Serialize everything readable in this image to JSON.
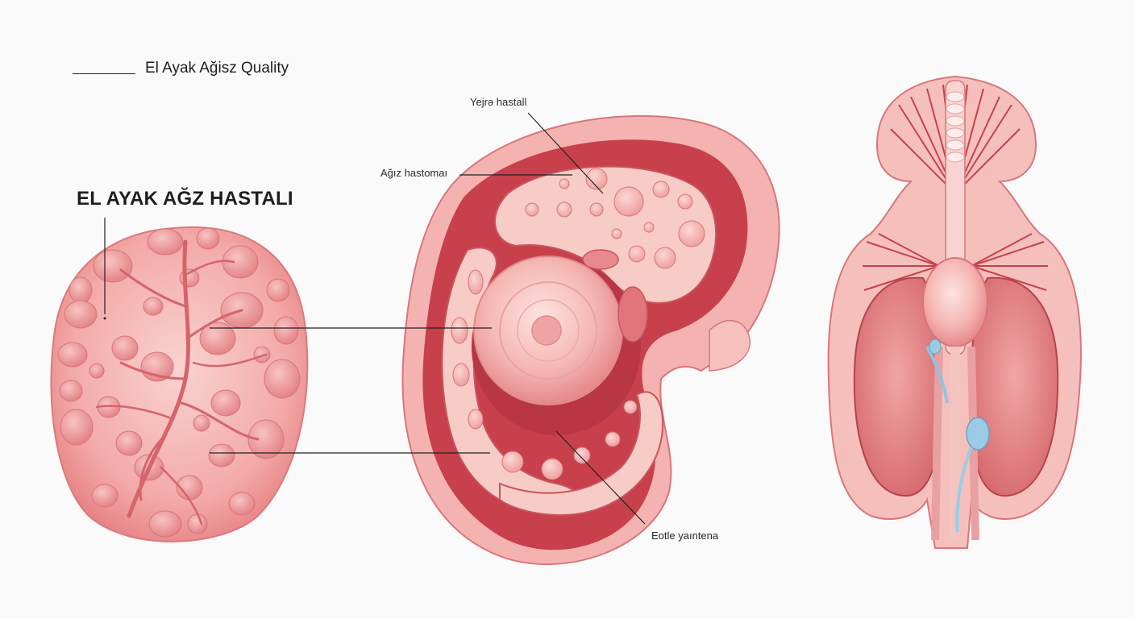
{
  "header": {
    "text": "El Ayak Ağisz Quality"
  },
  "title": "EL AYAK AĞZ HASTALI",
  "labels": {
    "top": "Yejrə hastall",
    "middle": "Ağız hastomaı",
    "bottom": "Eotle yaıntena"
  },
  "colors": {
    "background": "#fbfafa",
    "tissue_light": "#f6c9c6",
    "tissue_mid": "#ef9a9a",
    "tissue_dark": "#c73b48",
    "vessel_blue": "#9ccbe6",
    "leader_line": "#222222"
  }
}
